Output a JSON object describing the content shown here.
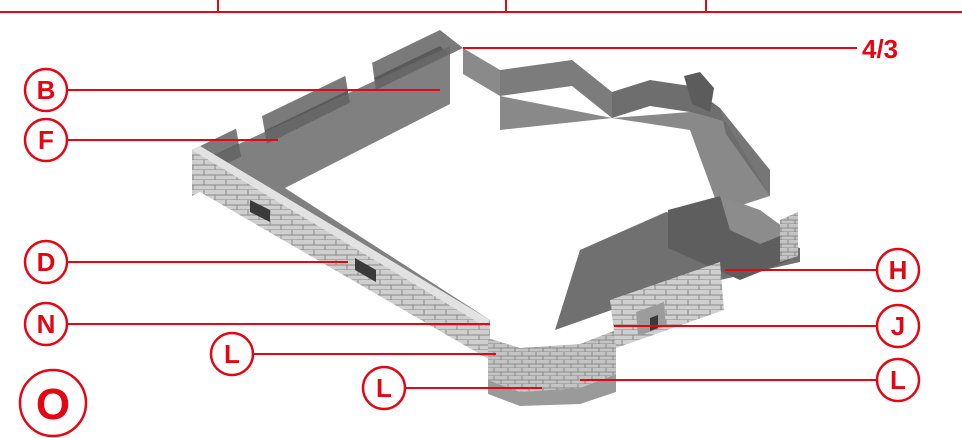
{
  "header": {
    "color": "#e30613"
  },
  "step_number": "4/3",
  "callouts": [
    {
      "id": "B",
      "label": "B"
    },
    {
      "id": "F",
      "label": "F"
    },
    {
      "id": "D",
      "label": "D"
    },
    {
      "id": "N",
      "label": "N"
    },
    {
      "id": "L1",
      "label": "L"
    },
    {
      "id": "L2",
      "label": "L"
    },
    {
      "id": "L3",
      "label": "L"
    },
    {
      "id": "H",
      "label": "H"
    },
    {
      "id": "J",
      "label": "J"
    }
  ],
  "big_marker": "O",
  "colors": {
    "accent": "#e30613",
    "floor_dark": "#6a6a6a",
    "wall_light": "#d0d0d0",
    "wall_mid": "#a8a8a8"
  }
}
